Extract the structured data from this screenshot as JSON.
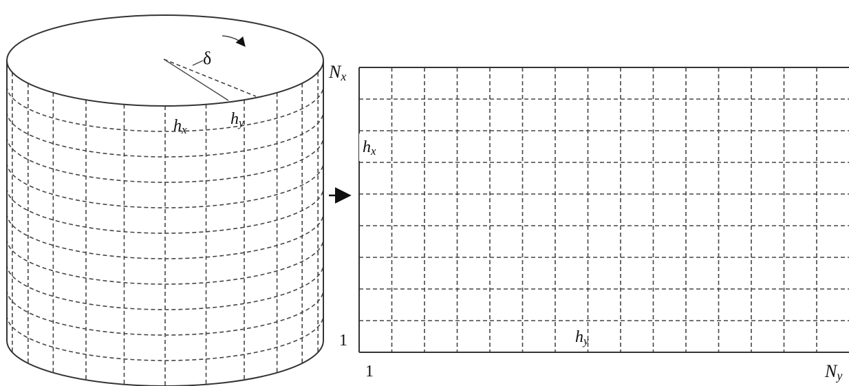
{
  "cylinder": {
    "angle_symbol": "δ",
    "hx": {
      "base": "h",
      "sub": "x"
    },
    "hy": {
      "base": "h",
      "sub": "y"
    }
  },
  "grid": {
    "nx_label": {
      "base": "N",
      "sub": "x"
    },
    "ny_label": {
      "base": "N",
      "sub": "y"
    },
    "hx": {
      "base": "h",
      "sub": "x"
    },
    "hy": {
      "base": "h",
      "sub": "y"
    },
    "origin_row": "1",
    "origin_col": "1"
  },
  "colors": {
    "line": "#333333",
    "text": "#111111",
    "background": "#ffffff"
  }
}
